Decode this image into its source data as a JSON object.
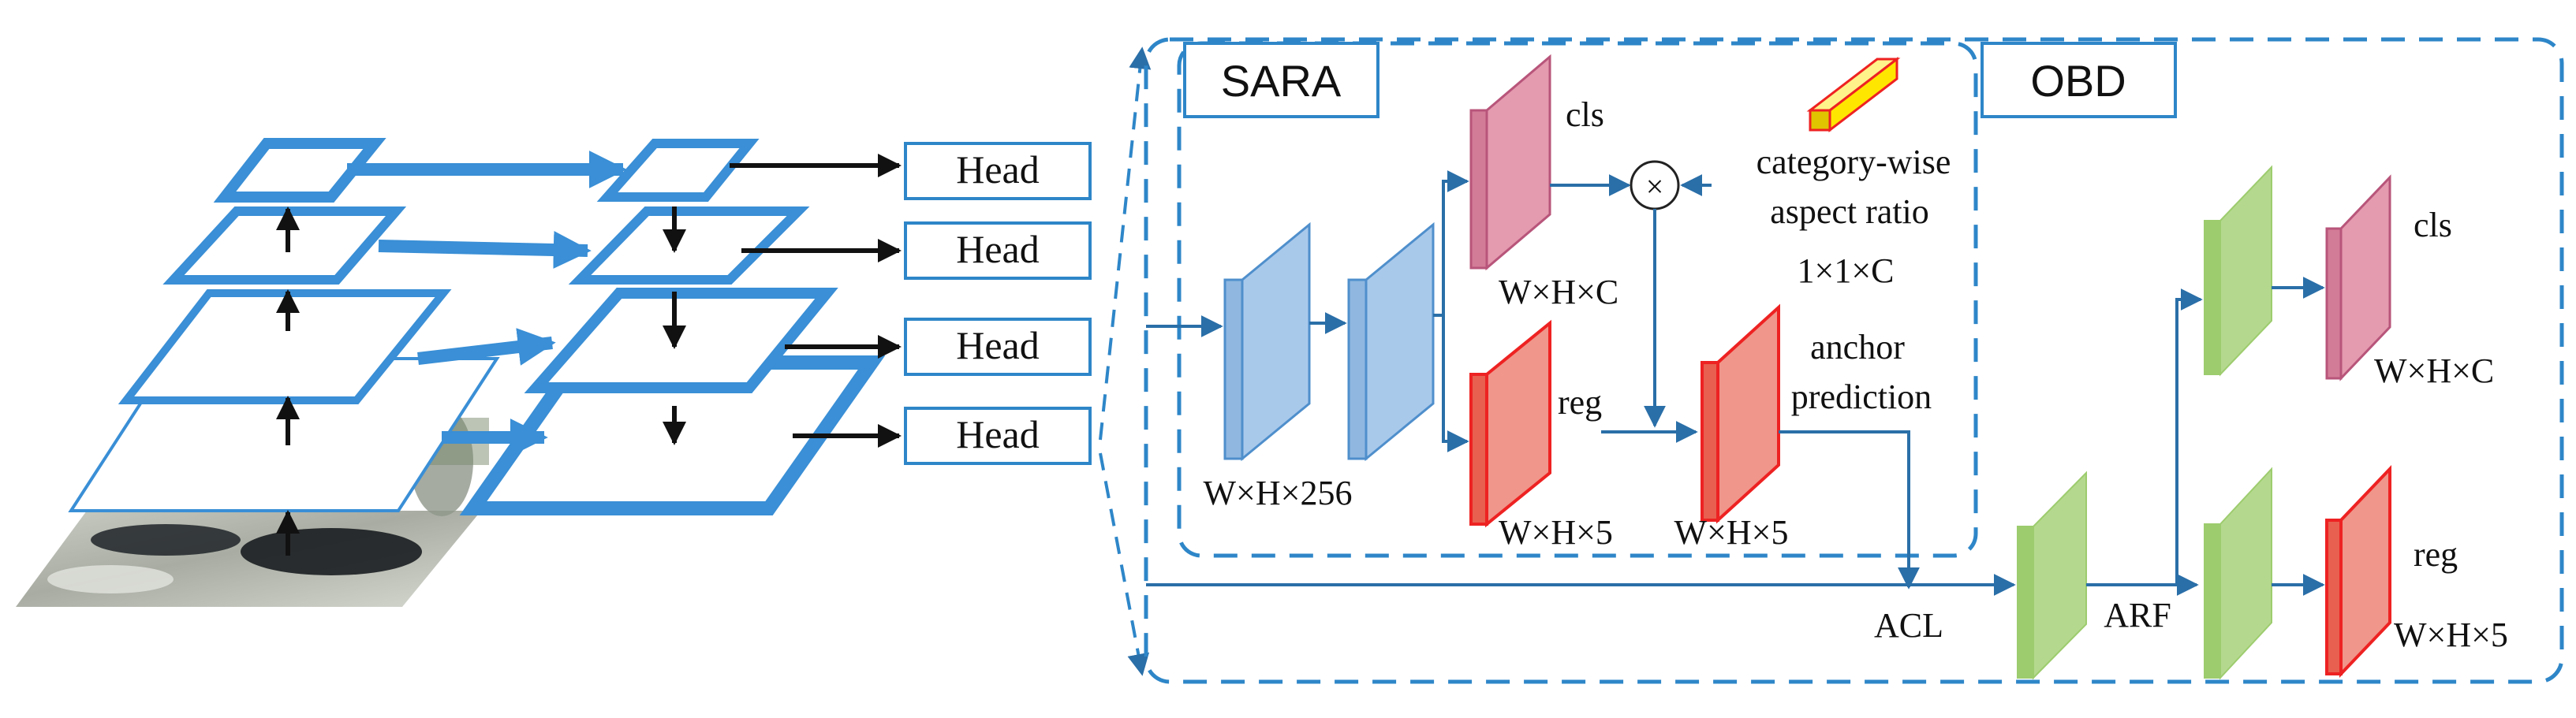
{
  "fpn": {
    "heads": [
      "Head",
      "Head",
      "Head",
      "Head"
    ]
  },
  "sara": {
    "title": "SARA",
    "feature_label": "W×H×256",
    "cls_label": "cls",
    "cls_dims": "W×H×C",
    "reg_label": "reg",
    "reg_dims": "W×H×5",
    "ratio_line1": "category-wise",
    "ratio_line2": "aspect ratio",
    "ratio_dims": "1×1×C",
    "multiply_symbol": "×",
    "anchor_line1": "anchor",
    "anchor_line2": "prediction",
    "anchor_dims": "W×H×5"
  },
  "obd": {
    "title": "OBD",
    "acl_label": "ACL",
    "arf_label": "ARF",
    "cls_label": "cls",
    "cls_dims": "W×H×C",
    "reg_label": "reg",
    "reg_dims": "W×H×5"
  },
  "colors": {
    "fpn_blue": "#3a8fd6",
    "dashed_blue": "#2e86c8",
    "line_blue": "#2a6fa8",
    "feature_blue": "#a9c9eb",
    "cls_pink": "#e49aaf",
    "reg_red": "#f0968a",
    "reg_edge": "#ee2222",
    "arf_green": "#b4d98e",
    "ratio_yellow": "#ffe600"
  }
}
